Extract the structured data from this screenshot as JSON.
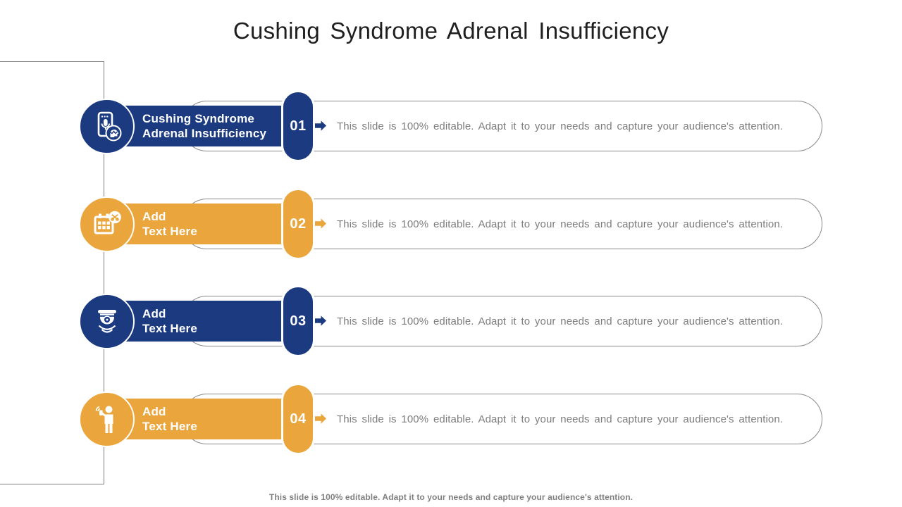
{
  "title": "Cushing Syndrome Adrenal Insufficiency",
  "footer": "This slide is 100% editable. Adapt it to your needs and capture your audience's attention.",
  "colors": {
    "navy": "#1b3a80",
    "orange": "#eaa63c",
    "description_text": "#7d7d7d",
    "pill_border": "#8a8a8a",
    "frame_line": "#7f7f7f",
    "title_text": "#1f1f1f"
  },
  "rows": [
    {
      "number": "01",
      "accent": "navy",
      "icon": "voice-search-phone-icon",
      "label_lines": [
        "Cushing Syndrome",
        "Adrenal Insufficiency"
      ],
      "description": "This slide is 100% editable. Adapt it to your needs and capture your audience's attention."
    },
    {
      "number": "02",
      "accent": "orange",
      "icon": "calendar-scissors-icon",
      "label_lines": [
        "Add",
        "Text Here"
      ],
      "description": "This slide is 100% editable. Adapt it to your needs and capture your audience's attention."
    },
    {
      "number": "03",
      "accent": "navy",
      "icon": "security-camera-icon",
      "label_lines": [
        "Add",
        "Text Here"
      ],
      "description": "This slide is 100% editable. Adapt it to your needs and capture your audience's attention."
    },
    {
      "number": "04",
      "accent": "orange",
      "icon": "person-mobile-signal-icon",
      "label_lines": [
        "Add",
        "Text Here"
      ],
      "description": "This slide is 100% editable. Adapt it to your needs and capture your audience's attention."
    }
  ]
}
